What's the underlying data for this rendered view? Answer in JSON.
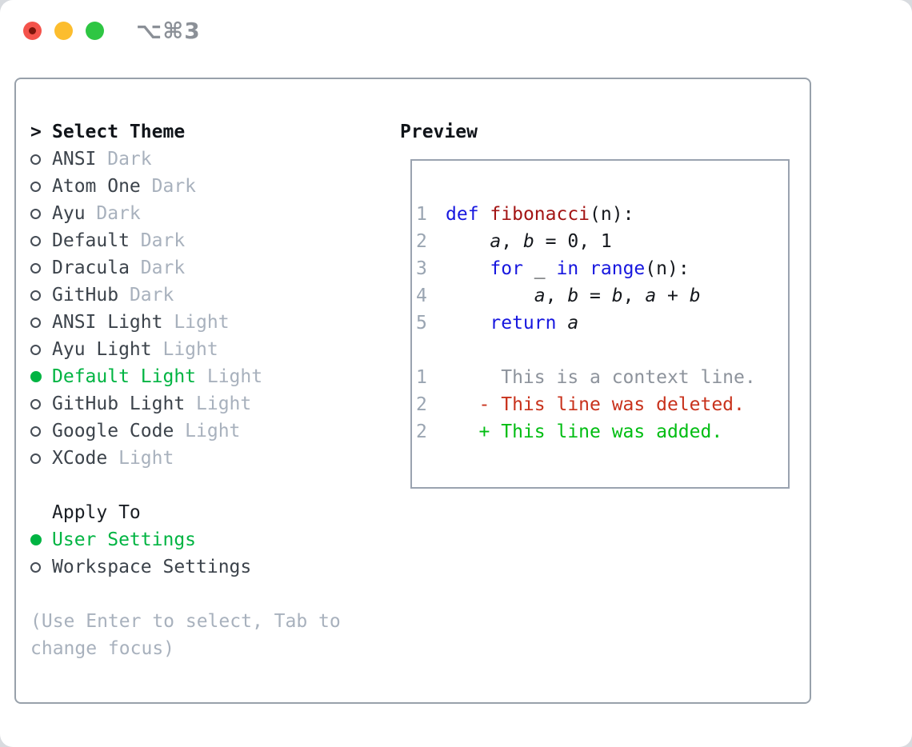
{
  "window": {
    "title": "⌥⌘3"
  },
  "colors": {
    "accent_green": "#00b442",
    "muted": "#a8b1bd",
    "text": "#3c434b",
    "keyword_blue": "#1717df",
    "function_red": "#a31515",
    "diff_context": "#8d939c",
    "diff_deleted": "#c8321c",
    "diff_added": "#00bd12",
    "line_number": "#9aa5b2",
    "panel_border": "#98a1ab",
    "preview_border": "#9aa3b0",
    "traffic_red": "#f4534b",
    "traffic_yellow": "#fcbd2e",
    "traffic_green": "#2ec643"
  },
  "theme_selector": {
    "prompt": ">",
    "title": "Select Theme",
    "items": [
      {
        "name": "ANSI",
        "variant": "Dark",
        "selected": false
      },
      {
        "name": "Atom One",
        "variant": "Dark",
        "selected": false
      },
      {
        "name": "Ayu",
        "variant": "Dark",
        "selected": false
      },
      {
        "name": "Default",
        "variant": "Dark",
        "selected": false
      },
      {
        "name": "Dracula",
        "variant": "Dark",
        "selected": false
      },
      {
        "name": "GitHub",
        "variant": "Dark",
        "selected": false
      },
      {
        "name": "ANSI Light",
        "variant": "Light",
        "selected": false
      },
      {
        "name": "Ayu Light",
        "variant": "Light",
        "selected": false
      },
      {
        "name": "Default Light",
        "variant": "Light",
        "selected": true
      },
      {
        "name": "GitHub Light",
        "variant": "Light",
        "selected": false
      },
      {
        "name": "Google Code",
        "variant": "Light",
        "selected": false
      },
      {
        "name": "XCode",
        "variant": "Light",
        "selected": false
      }
    ],
    "apply_to": {
      "title": "Apply To",
      "options": [
        {
          "name": "User Settings",
          "selected": true
        },
        {
          "name": "Workspace Settings",
          "selected": false
        }
      ]
    },
    "hint": "(Use Enter to select, Tab to change focus)"
  },
  "preview": {
    "title": "Preview",
    "code_lines": [
      {
        "num": "1",
        "tokens": [
          {
            "t": "def",
            "s": "kw"
          },
          {
            "t": " ",
            "s": "p"
          },
          {
            "t": "fibonacci",
            "s": "fn"
          },
          {
            "t": "(n):",
            "s": "p"
          }
        ]
      },
      {
        "num": "2",
        "tokens": [
          {
            "t": "    ",
            "s": "p"
          },
          {
            "t": "a",
            "s": "v"
          },
          {
            "t": ", ",
            "s": "p"
          },
          {
            "t": "b",
            "s": "v"
          },
          {
            "t": " = 0, 1",
            "s": "p"
          }
        ]
      },
      {
        "num": "3",
        "tokens": [
          {
            "t": "    ",
            "s": "p"
          },
          {
            "t": "for",
            "s": "kw"
          },
          {
            "t": " _ ",
            "s": "p"
          },
          {
            "t": "in",
            "s": "kw"
          },
          {
            "t": " ",
            "s": "p"
          },
          {
            "t": "range",
            "s": "kw"
          },
          {
            "t": "(n):",
            "s": "p"
          }
        ]
      },
      {
        "num": "4",
        "tokens": [
          {
            "t": "        ",
            "s": "p"
          },
          {
            "t": "a",
            "s": "v"
          },
          {
            "t": ", ",
            "s": "p"
          },
          {
            "t": "b",
            "s": "v"
          },
          {
            "t": " = ",
            "s": "p"
          },
          {
            "t": "b",
            "s": "v"
          },
          {
            "t": ", ",
            "s": "p"
          },
          {
            "t": "a",
            "s": "v"
          },
          {
            "t": " + ",
            "s": "p"
          },
          {
            "t": "b",
            "s": "v"
          }
        ]
      },
      {
        "num": "5",
        "tokens": [
          {
            "t": "    ",
            "s": "p"
          },
          {
            "t": "return",
            "s": "kw"
          },
          {
            "t": " ",
            "s": "p"
          },
          {
            "t": "a",
            "s": "v"
          }
        ]
      }
    ],
    "diff_lines": [
      {
        "num": "1",
        "tokens": [
          {
            "t": "     This is a context line.",
            "s": "ctx"
          }
        ]
      },
      {
        "num": "2",
        "tokens": [
          {
            "t": "   - This line was deleted.",
            "s": "del"
          }
        ]
      },
      {
        "num": "2",
        "tokens": [
          {
            "t": "   + This line was added.",
            "s": "add"
          }
        ]
      }
    ]
  }
}
